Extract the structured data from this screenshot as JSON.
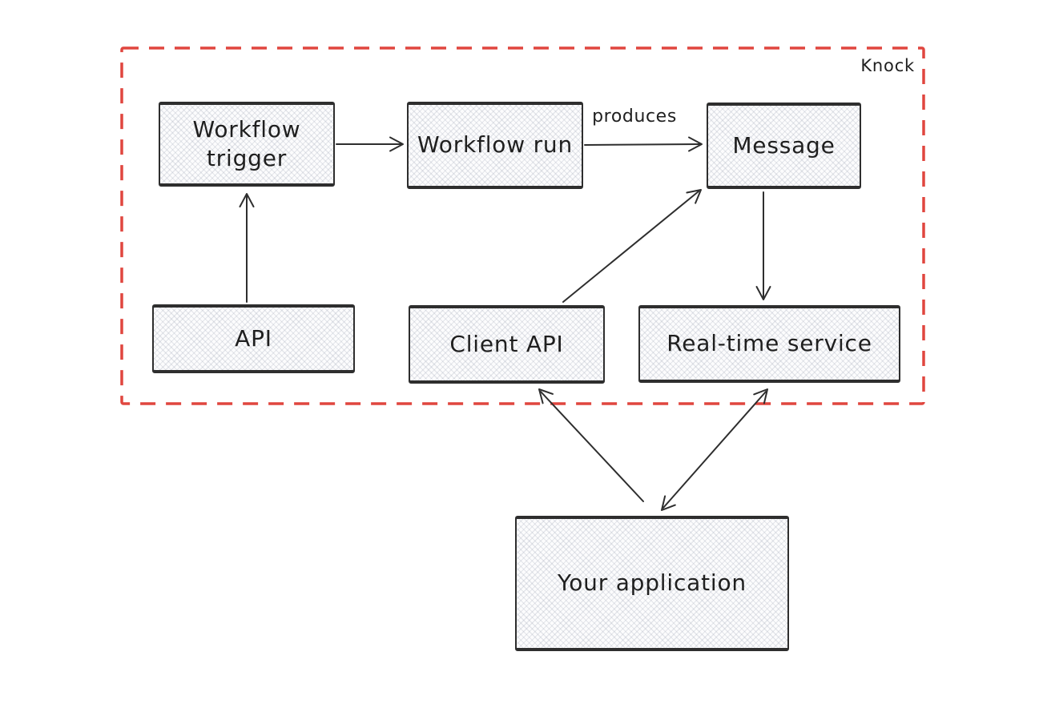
{
  "diagram": {
    "boundary": {
      "label": "Knock",
      "color": "#e0463f"
    },
    "colors": {
      "stroke": "#2e2e2e",
      "node_fill": "#fcfcfd",
      "text": "#1f1f1f"
    },
    "nodes": [
      {
        "id": "workflow-trigger",
        "label": "Workflow\ntrigger"
      },
      {
        "id": "workflow-run",
        "label": "Workflow run"
      },
      {
        "id": "message",
        "label": "Message"
      },
      {
        "id": "api",
        "label": "API"
      },
      {
        "id": "client-api",
        "label": "Client API"
      },
      {
        "id": "realtime-service",
        "label": "Real-time service"
      },
      {
        "id": "your-application",
        "label": "Your application"
      }
    ],
    "edges": [
      {
        "from": "workflow-trigger",
        "to": "workflow-run",
        "label": "",
        "direction": "one-way"
      },
      {
        "from": "workflow-run",
        "to": "message",
        "label": "produces",
        "direction": "one-way"
      },
      {
        "from": "api",
        "to": "workflow-trigger",
        "label": "",
        "direction": "one-way"
      },
      {
        "from": "client-api",
        "to": "message",
        "label": "",
        "direction": "one-way"
      },
      {
        "from": "message",
        "to": "realtime-service",
        "label": "",
        "direction": "one-way"
      },
      {
        "from": "your-application",
        "to": "client-api",
        "label": "",
        "direction": "one-way"
      },
      {
        "from": "your-application",
        "to": "realtime-service",
        "label": "",
        "direction": "two-way"
      }
    ]
  }
}
